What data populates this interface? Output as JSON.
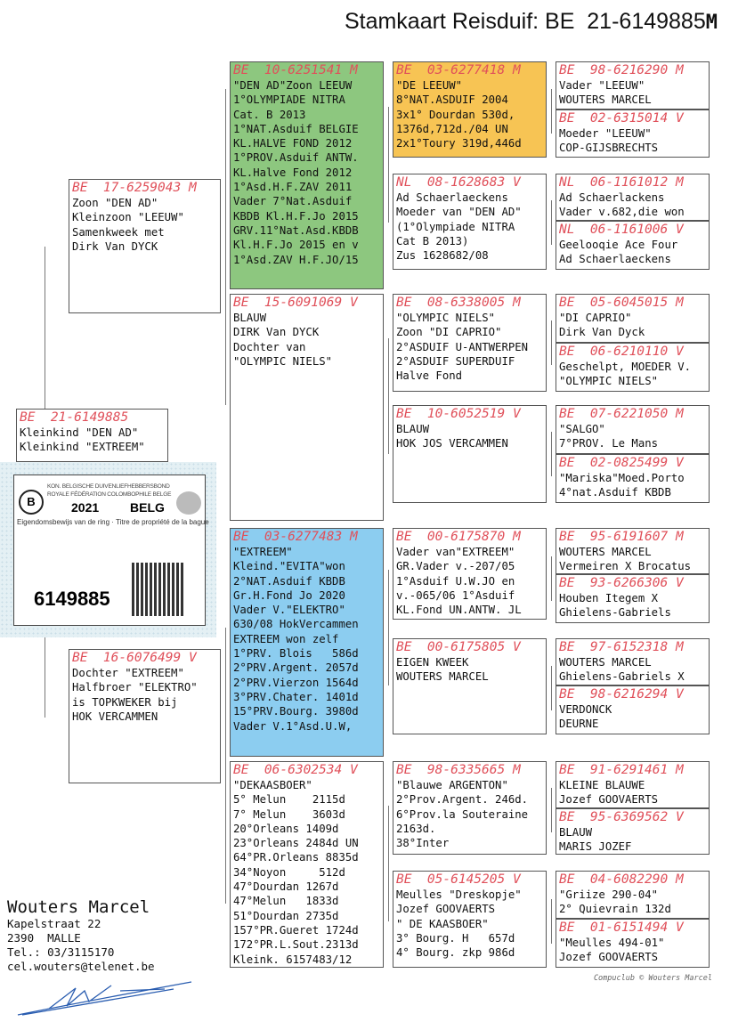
{
  "header": {
    "title": "Stamkaart Reisduif: BE  21-6149885",
    "sex": "M"
  },
  "ring_card": {
    "federation_nl": "KON. BELGISCHE DUIVENLIEFHEBBERSBOND",
    "federation_fr": "ROYALE FÉDÉRATION COLOMBOPHILE BELGE",
    "year": "2021",
    "country": "BELG",
    "caption": "Eigendomsbewijs van de ring · Titre de propriété de la bague",
    "ring_number": "6149885"
  },
  "boxes": [
    {
      "id": "subject",
      "ring": "BE  21-6149885",
      "lines": [
        "Kleinkind \"DEN AD\"",
        "Kleinkind \"EXTREEM\""
      ]
    },
    {
      "id": "sire",
      "ring": "BE  17-6259043 M",
      "lines": [
        "Zoon \"DEN AD\"",
        "Kleinzoon \"LEEUW\"",
        "Samenkweek met",
        "Dirk Van DYCK"
      ]
    },
    {
      "id": "dam",
      "ring": "BE  16-6076499 V",
      "lines": [
        "Dochter \"EXTREEM\"",
        "Halfbroer \"ELEKTRO\"",
        "is TOPKWEKER bij",
        "HOK VERCAMMEN"
      ]
    },
    {
      "id": "ss",
      "ring": "BE  10-6251541 M",
      "color": "green",
      "lines": [
        "\"DEN AD\"Zoon LEEUW",
        "1°OLYMPIADE NITRA",
        "Cat. B 2013",
        "1°NAT.Asduif BELGIE",
        "KL.HALVE FOND 2012",
        "1°PROV.Asduif ANTW.",
        "KL.Halve Fond 2012",
        "1°Asd.H.F.ZAV 2011",
        "Vader 7°Nat.Asduif",
        "KBDB Kl.H.F.Jo 2015",
        "GRV.11°Nat.Asd.KBDB",
        "Kl.H.F.Jo 2015 en v",
        "1°Asd.ZAV H.F.JO/15"
      ]
    },
    {
      "id": "sd",
      "ring": "BE  15-6091069 V",
      "lines": [
        "BLAUW",
        "DIRK Van DYCK",
        "Dochter van",
        "\"OLYMPIC NIELS\""
      ]
    },
    {
      "id": "ds",
      "ring": "BE  03-6277483 M",
      "color": "blue",
      "lines": [
        "\"EXTREEM\"",
        "Kleind.\"EVITA\"won",
        "2°NAT.Asduif KBDB",
        "Gr.H.Fond Jo 2020",
        "Vader V.\"ELEKTRO\"",
        "630/08 HokVercammen",
        "EXTREEM won zelf",
        "1°PRV. Blois   586d",
        "2°PRV.Argent. 2057d",
        "2°PRV.Vierzon 1564d",
        "3°PRV.Chater. 1401d",
        "15°PRV.Bourg. 3980d",
        "Vader V.1°Asd.U.W,"
      ]
    },
    {
      "id": "dd",
      "ring": "BE  06-6302534 V",
      "lines": [
        "\"DEKAASBOER\"",
        "5° Melun    2115d",
        "7° Melun    3603d",
        "20°Orleans 1409d",
        "23°Orleans 2484d UN",
        "64°PR.Orleans 8835d",
        "34°Noyon     512d",
        "47°Dourdan 1267d",
        "47°Melun   1833d",
        "51°Dourdan 2735d",
        "157°PR.Gueret 1724d",
        "172°PR.L.Sout.2313d",
        "Kleink. 6157483/12"
      ]
    },
    {
      "id": "sss",
      "ring": "BE  03-6277418 M",
      "color": "yellow",
      "lines": [
        "\"DE LEEUW\"",
        "8°NAT.ASDUIF 2004",
        "3x1° Dourdan 530d,",
        "1376d,712d./04 UN",
        "2x1°Toury 319d,446d"
      ]
    },
    {
      "id": "ssd",
      "ring": "NL  08-1628683 V",
      "lines": [
        "Ad Schaerlaeckens",
        "Moeder van \"DEN AD\"",
        "(1°Olympiade NITRA",
        "Cat B 2013)",
        "Zus 1628682/08"
      ]
    },
    {
      "id": "sds",
      "ring": "BE  08-6338005 M",
      "lines": [
        "\"OLYMPIC NIELS\"",
        "Zoon \"DI CAPRIO\"",
        "2°ASDUIF U-ANTWERPEN",
        "2°ASDUIF SUPERDUIF",
        "Halve Fond"
      ]
    },
    {
      "id": "sdd",
      "ring": "BE  10-6052519 V",
      "lines": [
        "BLAUW",
        "HOK JOS VERCAMMEN"
      ]
    },
    {
      "id": "dss",
      "ring": "BE  00-6175870 M",
      "lines": [
        "Vader van\"EXTREEM\"",
        "GR.Vader v.-207/05",
        "1°Asduif U.W.JO en",
        "v.-065/06 1°Asduif",
        "KL.Fond UN.ANTW. JL"
      ]
    },
    {
      "id": "dsd",
      "ring": "BE  00-6175805 V",
      "lines": [
        "EIGEN KWEEK",
        "WOUTERS MARCEL"
      ]
    },
    {
      "id": "dds",
      "ring": "BE  98-6335665 M",
      "lines": [
        "\"Blauwe ARGENTON\"",
        "2°Prov.Argent. 246d.",
        "6°Prov.la Souteraine",
        "2163d.",
        "38°Inter"
      ]
    },
    {
      "id": "ddd",
      "ring": "BE  05-6145205 V",
      "lines": [
        "Meulles \"Dreskopje\"",
        "Jozef GOOVAERTS",
        "\" DE KAASBOER\"",
        "3° Bourg. H   657d",
        "4° Bourg. zkp 986d"
      ]
    },
    {
      "id": "g4a",
      "ring": "BE  98-6216290 M",
      "lines": [
        "Vader \"LEEUW\"",
        "WOUTERS MARCEL"
      ]
    },
    {
      "id": "g4b",
      "ring": "BE  02-6315014 V",
      "lines": [
        "Moeder \"LEEUW\"",
        "COP-GIJSBRECHTS"
      ]
    },
    {
      "id": "g4c",
      "ring": "NL  06-1161012 M",
      "lines": [
        "Ad Schaerlackens",
        "Vader v.682,die won"
      ]
    },
    {
      "id": "g4d",
      "ring": "NL  06-1161006 V",
      "lines": [
        "Geelooqie Ace Four",
        "Ad Schaerlaeckens"
      ]
    },
    {
      "id": "g4e",
      "ring": "BE  05-6045015 M",
      "lines": [
        "\"DI CAPRIO\"",
        "Dirk Van Dyck"
      ]
    },
    {
      "id": "g4f",
      "ring": "BE  06-6210110 V",
      "lines": [
        "Geschelpt, MOEDER V.",
        "\"OLYMPIC NIELS\""
      ]
    },
    {
      "id": "g4g",
      "ring": "BE  07-6221050 M",
      "lines": [
        "\"SALGO\"",
        "7°PROV. Le Mans"
      ]
    },
    {
      "id": "g4h",
      "ring": "BE  02-0825499 V",
      "lines": [
        "\"Mariska\"Moed.Porto",
        "4°nat.Asduif KBDB"
      ]
    },
    {
      "id": "g4i",
      "ring": "BE  95-6191607 M",
      "lines": [
        "WOUTERS MARCEL",
        "Vermeiren X Brocatus"
      ]
    },
    {
      "id": "g4j",
      "ring": "BE  93-6266306 V",
      "lines": [
        "Houben Itegem X",
        "Ghielens-Gabriels"
      ]
    },
    {
      "id": "g4k",
      "ring": "BE  97-6152318 M",
      "lines": [
        "WOUTERS MARCEL",
        "Ghielens-Gabriels X"
      ]
    },
    {
      "id": "g4l",
      "ring": "BE  98-6216294 V",
      "lines": [
        "VERDONCK",
        "DEURNE"
      ]
    },
    {
      "id": "g4m",
      "ring": "BE  91-6291461 M",
      "lines": [
        "KLEINE BLAUWE",
        "Jozef GOOVAERTS"
      ]
    },
    {
      "id": "g4n",
      "ring": "BE  95-6369562 V",
      "lines": [
        "BLAUW",
        "MARIS JOZEF"
      ]
    },
    {
      "id": "g4o",
      "ring": "BE  04-6082290 M",
      "lines": [
        "\"Griize 290-04\"",
        "2° Quievrain 132d"
      ]
    },
    {
      "id": "g4p",
      "ring": "BE  01-6151494 V",
      "lines": [
        "\"Meulles 494-01\"",
        "Jozef GOOVAERTS"
      ]
    }
  ],
  "owner": {
    "name": "Wouters Marcel",
    "street": "Kapelstraat 22",
    "city": "2390  MALLE",
    "phone": "Tel.: 03/3115170",
    "email": "cel.wouters@telenet.be"
  },
  "copyright": "Compuclub © Wouters Marcel"
}
